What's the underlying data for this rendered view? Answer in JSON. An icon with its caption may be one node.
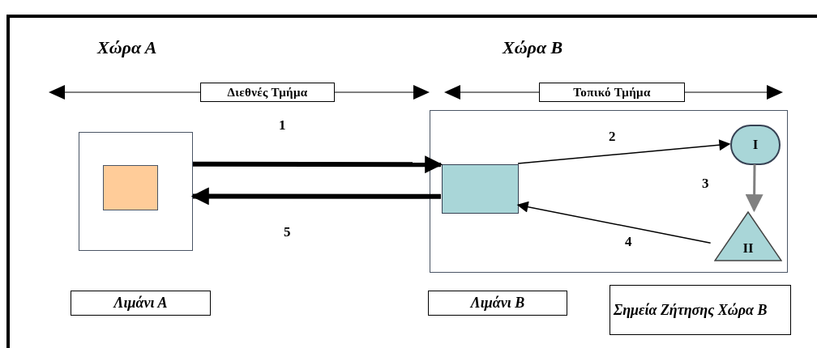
{
  "diagram": {
    "nodes": [
      {
        "text": [
          "Διεθνές Τμήμα"
        ]
      },
      {
        "text": [
          "Τοπικό Τμήμα"
        ]
      },
      {
        "text": [],
        "shape": "box"
      },
      {
        "text": [],
        "shape": "box",
        "in": 2
      },
      {
        "text": [],
        "shape": "box"
      },
      {
        "text": [],
        "shape": "box",
        "in": 4
      },
      {
        "text": [
          "Ι"
        ],
        "in": 4
      },
      {
        "text": [
          "ΙΙ"
        ],
        "in": 4
      },
      {
        "text": [
          "Λιμάνι Α"
        ]
      },
      {
        "text": [
          "Λιμάνι Β"
        ]
      },
      {
        "text": [
          "Σημεία Ζήτησης Χώρα Β"
        ]
      }
    ],
    "edges": [
      {
        "from": 2,
        "to": 5,
        "arrow": "to",
        "label": "1",
        "style": "thick"
      },
      {
        "from": 5,
        "to": 2,
        "arrow": "to",
        "label": "5",
        "style": "thick"
      },
      {
        "from": 5,
        "to": 6,
        "arrow": "to",
        "label": "2"
      },
      {
        "from": 6,
        "to": 7,
        "arrow": "to",
        "label": "3",
        "color": "#808080"
      },
      {
        "from": 7,
        "to": 5,
        "arrow": "to",
        "label": "4"
      }
    ],
    "labels": [
      "Χώρα Α",
      "Χώρα Β"
    ]
  }
}
